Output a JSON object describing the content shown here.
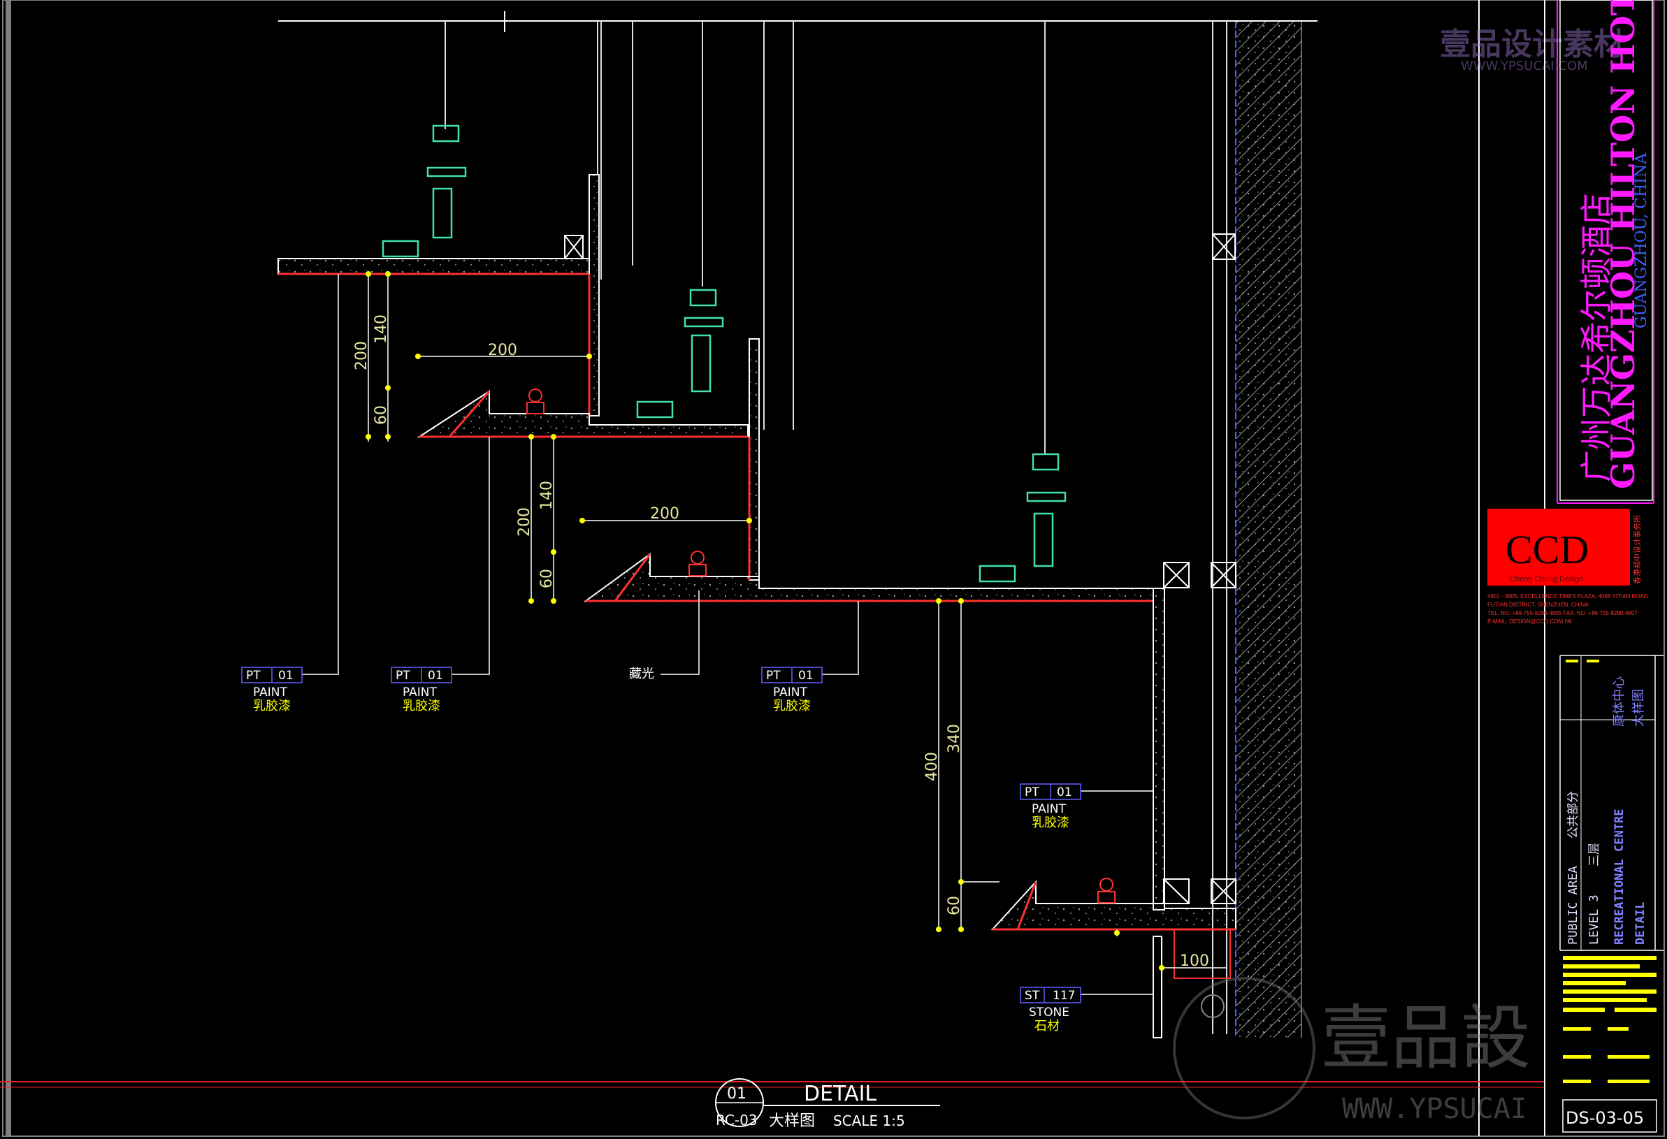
{
  "detail": {
    "number": "01",
    "ref": "RC-03",
    "title": "DETAIL",
    "subtitle_cn": "大样图",
    "scale": "SCALE 1:5"
  },
  "dimensions": {
    "d200_a": "200",
    "d140_a": "140",
    "d60_a": "60",
    "d200_h1": "200",
    "d200_b": "200",
    "d140_b": "140",
    "d60_b": "60",
    "d200_h2": "200",
    "d400": "400",
    "d340": "340",
    "d60_c": "60",
    "d100": "100"
  },
  "callouts": {
    "paint_code": "PT",
    "paint_num": "01",
    "paint_en": "PAINT",
    "paint_cn": "乳胶漆",
    "stone_code": "ST",
    "stone_num": "117",
    "stone_en": "STONE",
    "stone_cn": "石材",
    "hidden_light": "藏光"
  },
  "titleblock": {
    "project_cn": "广州万达希尔顿酒店",
    "project_en": "GUANGZHOU HILTON HOTEL",
    "location": "GUANGZHOU, CHINA",
    "logo": "CCD",
    "logo_sub": "Cheng Chung Design",
    "company_cn": "香港郑中设计事务所",
    "address1": "4801 - 4805, EXCELLENCE TIMES PLAZA, 4068 YITIAN ROAD",
    "address2": "FUTIAN DISTRICT, SHENZHEN, CHINA",
    "address3": "TEL. NO. +86-755-8290-4805    FAX. NO. +86-755-8290-4807",
    "address4": "E-MAIL: DESIGN@CCD.COM.HK",
    "area_en": "PUBLIC AREA",
    "area_cn": "公共部分",
    "level_en": "LEVEL 3",
    "level_cn": "三层",
    "room_en": "RECREATIONAL CENTRE",
    "room_cn": "康体中心",
    "sheet_en": "DETAIL",
    "sheet_cn": "大样图",
    "drawing_no": "DS-03-05"
  },
  "watermark": {
    "top_cn": "壹品设计素材",
    "top_url": "WWW.YPSUCAI.COM",
    "bottom_cn": "壹品設",
    "bottom_url": "WWW.YPSUCAI"
  },
  "colors": {
    "line": "#ffffff",
    "dimension": "#ffff00",
    "finish": "#ff2020",
    "profile": "#40e0b0",
    "frame": "#ff2020",
    "title_magenta": "#ff1aff",
    "title_blue": "#3f5fff",
    "logo_bg": "#ff0000"
  }
}
